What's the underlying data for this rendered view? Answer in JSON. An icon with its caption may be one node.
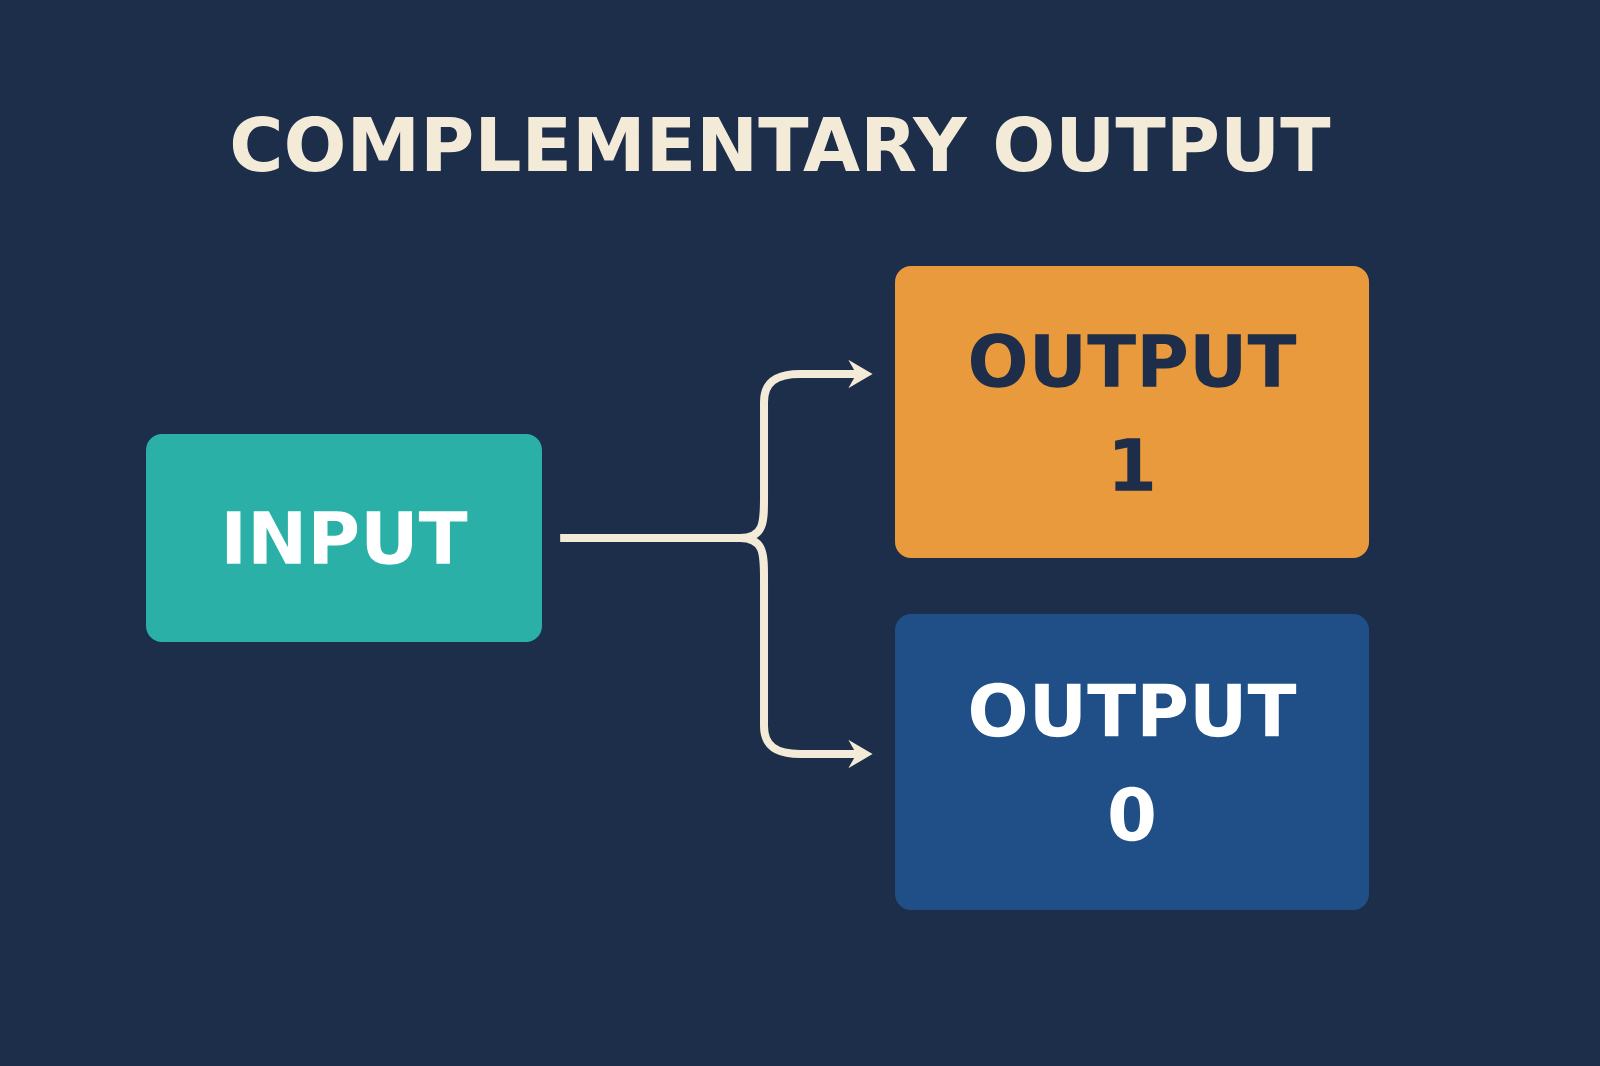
{
  "diagram": {
    "title": "COMPLEMENTARY OUTPUT",
    "nodes": [
      {
        "text": [
          "INPUT"
        ]
      },
      {
        "text": [
          "OUTPUT 1"
        ]
      },
      {
        "text": [
          "OUTPUT 0"
        ]
      }
    ],
    "edges": [
      {
        "from": 0,
        "to": 1,
        "arrow": "to"
      },
      {
        "from": 0,
        "to": 2,
        "arrow": "to"
      }
    ]
  }
}
